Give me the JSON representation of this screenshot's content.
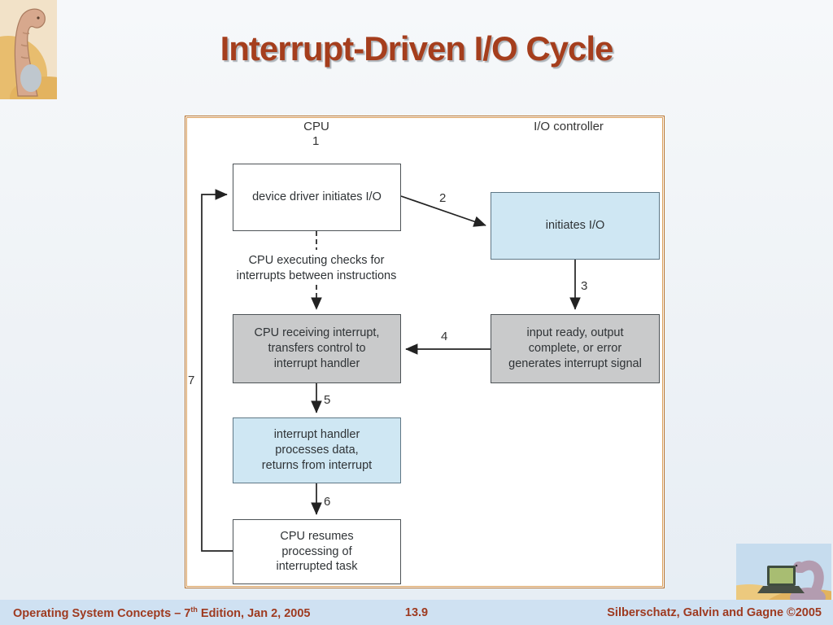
{
  "slide": {
    "title": "Interrupt-Driven I/O Cycle"
  },
  "diagram": {
    "cpu_column_label": "CPU",
    "io_column_label": "I/O controller",
    "boxes": {
      "device_driver": "device driver initiates I/O",
      "initiates_io": "initiates I/O",
      "cpu_receiving": "CPU receiving interrupt,\ntransfers control to\ninterrupt handler",
      "input_ready": "input ready, output\ncomplete, or error\ngenerates interrupt signal",
      "interrupt_handler": "interrupt handler\nprocesses data,\nreturns from interrupt",
      "cpu_resumes": "CPU resumes\nprocessing of\ninterrupted task"
    },
    "annotation": "CPU executing checks for\ninterrupts between instructions",
    "steps": {
      "s1": "1",
      "s2": "2",
      "s3": "3",
      "s4": "4",
      "s5": "5",
      "s6": "6",
      "s7": "7"
    }
  },
  "footer": {
    "left_pre": "Operating System Concepts – 7",
    "left_sup": "th",
    "left_post": " Edition, Jan 2, 2005",
    "page": "13.9",
    "right": "Silberschatz, Galvin and Gagne ©2005"
  },
  "colors": {
    "title_text": "#a53e1d",
    "footer_text": "#9e3a20",
    "footer_bg": "#cfe1f2",
    "frame_border": "#b5722f",
    "box_blue_fill": "#cfe7f3",
    "box_gray_fill": "#c9cacb",
    "box_border": "#4d5357",
    "arrow": "#222222"
  },
  "icons": {
    "top_left": "dinosaur-reading-icon",
    "bottom_right": "dinosaur-laptop-icon"
  }
}
